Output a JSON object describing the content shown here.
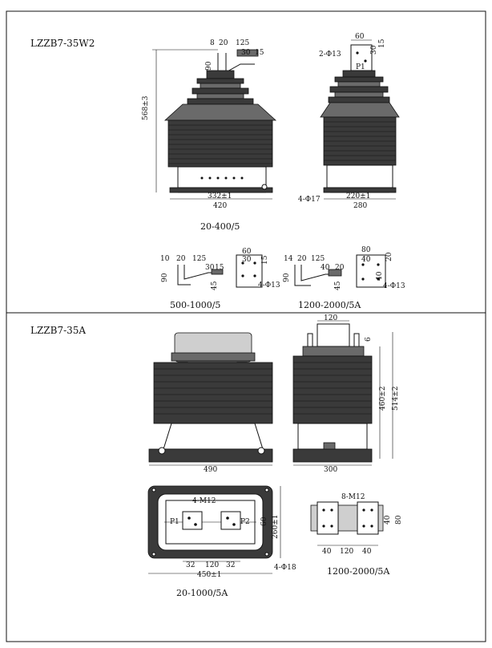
{
  "section_top": {
    "model": "LZZB7-35W2",
    "front_view": {
      "height": "568±3",
      "top_dims": [
        "8",
        "20",
        "125",
        "30",
        "15"
      ],
      "side_dim": "90",
      "base_inner": "332±1",
      "base_outer": "420",
      "caption": "20-400/5"
    },
    "side_view": {
      "top_width": "60",
      "top_dims": [
        "30",
        "15"
      ],
      "holes": "2-Φ13",
      "terminal": "P1",
      "mount_holes": "4-Φ17",
      "base_inner": "220±1",
      "base_outer": "280"
    },
    "detail_a": {
      "dims": [
        "10",
        "20",
        "125",
        "30",
        "15",
        "90",
        "45"
      ],
      "plate_dims": [
        "60",
        "30",
        "15"
      ],
      "holes": "4-Φ13",
      "caption": "500-1000/5"
    },
    "detail_b": {
      "dims": [
        "14",
        "20",
        "125",
        "40",
        "20",
        "90",
        "45"
      ],
      "plate_dims": [
        "80",
        "40",
        "20",
        "40"
      ],
      "holes": "4-Φ13",
      "caption": "1200-2000/5A"
    }
  },
  "section_bottom": {
    "model": "LZZB7-35A",
    "front_view": {
      "base_width": "490"
    },
    "side_view": {
      "top_width": "120",
      "top_offset": "6",
      "inner_height": "460±2",
      "total_height": "514±2",
      "base_width": "300"
    },
    "plan_view": {
      "thread": "4-M12",
      "terminals": [
        "P1",
        "P2"
      ],
      "height_dims": [
        "60",
        "260±1"
      ],
      "bottom_dims": [
        "32",
        "120",
        "32"
      ],
      "width": "450±1",
      "holes": "4-Φ18",
      "caption": "20-1000/5A"
    },
    "detail_plan": {
      "thread": "8-M12",
      "dims": [
        "40",
        "120",
        "40"
      ],
      "side_dims": [
        "40",
        "80"
      ],
      "caption": "1200-2000/5A"
    }
  }
}
